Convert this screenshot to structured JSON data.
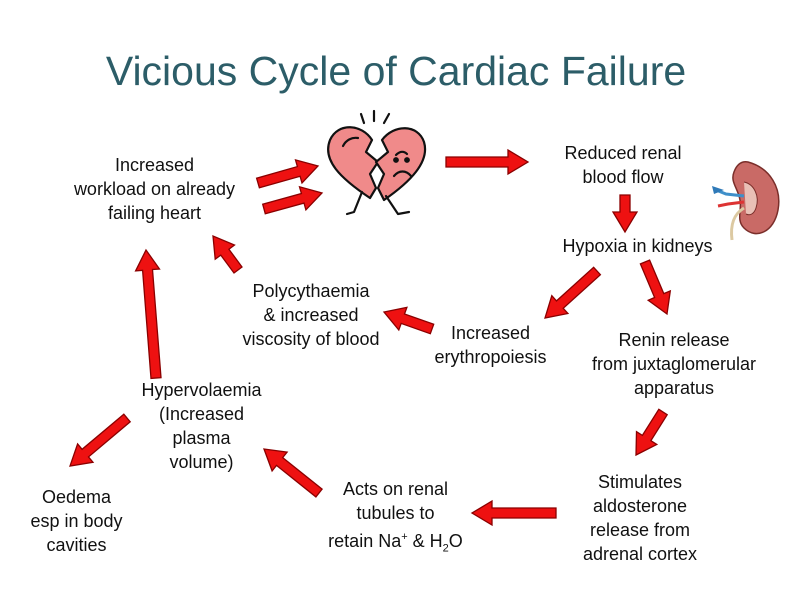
{
  "title": "Vicious Cycle of Cardiac Failure",
  "nodes": {
    "workload": [
      "Increased",
      "workload on already",
      "failing heart"
    ],
    "renal_flow": [
      "Reduced renal",
      "blood flow"
    ],
    "hypoxia": [
      "Hypoxia in kidneys"
    ],
    "polycythaemia": [
      "Polycythaemia",
      "& increased",
      "viscosity of blood"
    ],
    "erythropoiesis": [
      "Increased",
      "erythropoiesis"
    ],
    "renin": [
      "Renin release",
      "from juxtaglomerular",
      "apparatus"
    ],
    "hypervolaemia": [
      "Hypervolaemia",
      "(Increased",
      "plasma",
      "volume)"
    ],
    "oedema": [
      "Oedema",
      "esp in body",
      "cavities"
    ],
    "renal_tubules": {
      "line1": "Acts on renal",
      "line2": "tubules to",
      "line3_prefix": "retain Na",
      "sup": "+",
      "amp": " & H",
      "sub": "2",
      "suffix": "O"
    },
    "aldosterone": [
      "Stimulates",
      "aldosterone",
      "release from",
      "adrenal cortex"
    ]
  },
  "colors": {
    "arrow": "#ee1111",
    "arrow_edge": "#8a0000",
    "title": "#2c5d68",
    "heart": "#f08a8a",
    "kidney": "#c96a66"
  },
  "icons": [
    "broken-heart-icon",
    "kidney-icon"
  ]
}
